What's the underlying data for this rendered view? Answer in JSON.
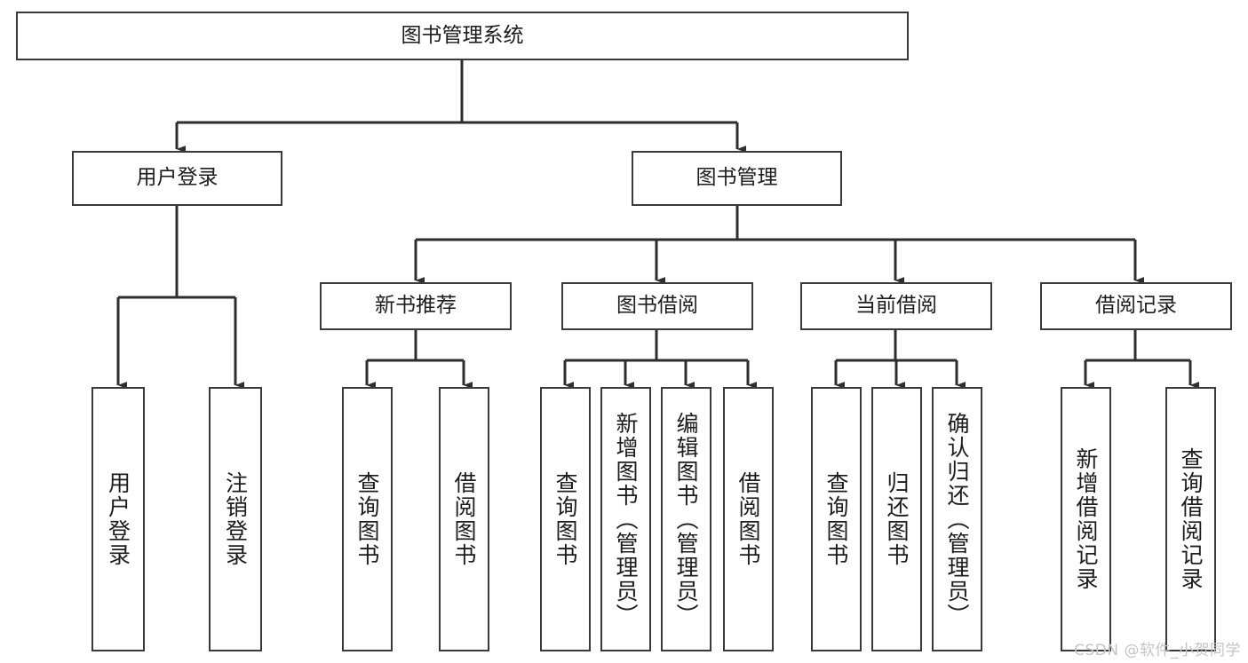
{
  "diagram": {
    "title": "图书管理系统",
    "type": "hierarchy-tree",
    "root": {
      "id": "root",
      "label": "图书管理系统",
      "orientation": "horizontal"
    },
    "level1": [
      {
        "id": "user-login-group",
        "label": "用户登录",
        "orientation": "horizontal"
      },
      {
        "id": "book-management-group",
        "label": "图书管理",
        "orientation": "horizontal"
      }
    ],
    "level2": [
      {
        "id": "new-book-recommend",
        "label": "新书推荐",
        "orientation": "horizontal",
        "parent": "book-management-group"
      },
      {
        "id": "book-borrow",
        "label": "图书借阅",
        "orientation": "horizontal",
        "parent": "book-management-group"
      },
      {
        "id": "current-borrow",
        "label": "当前借阅",
        "orientation": "horizontal",
        "parent": "book-management-group"
      },
      {
        "id": "borrow-record",
        "label": "借阅记录",
        "orientation": "horizontal",
        "parent": "book-management-group"
      }
    ],
    "leaves": [
      {
        "id": "leaf-user-login",
        "label": "用户登录",
        "orientation": "vertical",
        "parent": "user-login-group"
      },
      {
        "id": "leaf-user-logout",
        "label": "注销登录",
        "orientation": "vertical",
        "parent": "user-login-group"
      },
      {
        "id": "leaf-query-book-1",
        "label": "查询图书",
        "orientation": "vertical",
        "parent": "new-book-recommend"
      },
      {
        "id": "leaf-borrow-book-1",
        "label": "借阅图书",
        "orientation": "vertical",
        "parent": "new-book-recommend"
      },
      {
        "id": "leaf-query-book-2",
        "label": "查询图书",
        "orientation": "vertical",
        "parent": "book-borrow"
      },
      {
        "id": "leaf-add-book",
        "label": "新增图书（管理员）",
        "orientation": "vertical",
        "parent": "book-borrow"
      },
      {
        "id": "leaf-edit-book",
        "label": "编辑图书（管理员）",
        "orientation": "vertical",
        "parent": "book-borrow"
      },
      {
        "id": "leaf-borrow-book-2",
        "label": "借阅图书",
        "orientation": "vertical",
        "parent": "book-borrow"
      },
      {
        "id": "leaf-query-book-3",
        "label": "查询图书",
        "orientation": "vertical",
        "parent": "current-borrow"
      },
      {
        "id": "leaf-return-book",
        "label": "归还图书",
        "orientation": "vertical",
        "parent": "current-borrow"
      },
      {
        "id": "leaf-confirm-return",
        "label": "确认归还（管理员）",
        "orientation": "vertical",
        "parent": "current-borrow"
      },
      {
        "id": "leaf-add-record",
        "label": "新增借阅记录",
        "orientation": "vertical",
        "parent": "borrow-record"
      },
      {
        "id": "leaf-query-record",
        "label": "查询借阅记录",
        "orientation": "vertical",
        "parent": "borrow-record"
      }
    ]
  },
  "watermark": {
    "text": "CSDN @软件_小贺同学",
    "color": "#c4c4c4"
  },
  "style": {
    "line_color": "#3a3a3a",
    "box_fill": "#ffffff",
    "text_color": "#1c1c1c"
  }
}
